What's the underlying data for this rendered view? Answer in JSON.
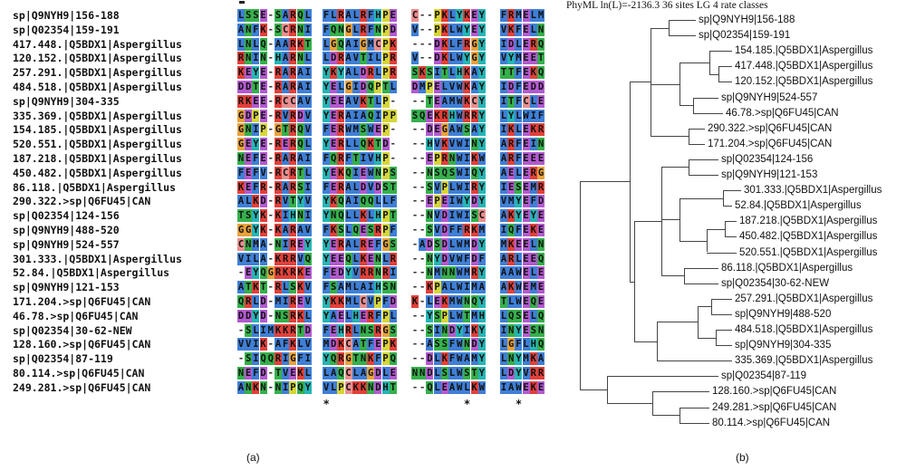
{
  "panel_a": {
    "caption": "(a)",
    "rows": [
      {
        "label": "sp|Q9NYH9|156-188",
        "seq": "LSSE-SARQL FLRALRFHPE C--PKLYKEY FRMELM"
      },
      {
        "label": "sp|Q02354|159-191",
        "seq": "ANFK-SCRNI FQNGLRFNPD V--PKLWYEY VKFELN"
      },
      {
        "label": "417.448.|Q5BDX1|Aspergillus",
        "seq": "LNLQ-AARKT LGQAIGMCPK ---DKLFRGY IDLERQ"
      },
      {
        "label": "120.152.|Q5BDX1|Aspergillus",
        "seq": "RNIN-HARNL LDRAVTILPR V--DKLWYGY VYMEET"
      },
      {
        "label": "257.291.|Q5BDX1|Aspergillus",
        "seq": "KEYE-RARAI YKYALDRLPR SKSITLHKAY TTFEKQ"
      },
      {
        "label": "484.518.|Q5BDX1|Aspergillus",
        "seq": "DDTE-RARAI YELGIDQPTL DMPELVWKAY IDFEDD"
      },
      {
        "label": "sp|Q9NYH9|304-335",
        "seq": "RKEE-RCCAV YEEAVKTLP- --TEAMWKCY ITFCLE"
      },
      {
        "label": "335.369.|Q5BDX1|Aspergillus",
        "seq": "GDPE-RVRDV YERAIAQIPP SQEKRHWRRY LYLWIF"
      },
      {
        "label": "154.185.|Q5BDX1|Aspergillus",
        "seq": "GNIP-GTRQV FERWMSWEP- --DEGAWSAY IKLEKR"
      },
      {
        "label": "520.551.|Q5BDX1|Aspergillus",
        "seq": "GEYE-RERQL YERLLQKTD- --HVKVWINY ARFEIN"
      },
      {
        "label": "187.218.|Q5BDX1|Aspergillus",
        "seq": "NEFE-RARAI FQRFTIVHP- --EPRNWIKW ARFEEE"
      },
      {
        "label": "450.482.|Q5BDX1|Aspergillus",
        "seq": "FEFV-RCRTL YEKQIEWNPS --NSQSWIQY AELERG"
      },
      {
        "label": "86.118.|Q5BDX1|Aspergillus",
        "seq": "KEFR-RARSI FERALDVDST --SVPLWIRY IESEMR"
      },
      {
        "label": "290.322.>sp|Q6FU45|CAN",
        "seq": "ALKD-RVTYV YKQAIQQLLF --EPEIWYDY VMYEFD"
      },
      {
        "label": "sp|Q02354|124-156",
        "seq": "TSYK-KIHNI YNQLLKLHPT --NVDIWISC AKYEYE"
      },
      {
        "label": "sp|Q9NYH9|488-520",
        "seq": "GGYK-KARAV FKSLQESRPF --SVDFFRKM IQFEKE"
      },
      {
        "label": "sp|Q9NYH9|524-557",
        "seq": "CNMA-NIREY YERALREFGS -ADSDLWMDY MKEELN"
      },
      {
        "label": "301.333.|Q5BDX1|Aspergillus",
        "seq": "VILA-KRRVQ YEEQLKENLR --NYDVWFDF ARLEEQ"
      },
      {
        "label": "52.84.|Q5BDX1|Aspergillus",
        "seq": "-EYQGRKRKE FEDYVRRNRI --NMNNWMRY AAWELE"
      },
      {
        "label": "sp|Q9NYH9|121-153",
        "seq": "ATKT-RLSKV FSAMLAIHSN --KPALWIMA AKWEME"
      },
      {
        "label": "171.204.>sp|Q6FU45|CAN",
        "seq": "QRLD-MIREV YKKMLCVPFD K-LEKMWNQY TLWEQE"
      },
      {
        "label": "46.78.>sp|Q6FU45|CAN",
        "seq": "DDYD-NSRKL YAELHERFPL --YSPLWTMH LQSELQ"
      },
      {
        "label": "sp|Q02354|30-62-NEW",
        "seq": "-SLIMKKRTD FEHRLNSRGS --SINDYIKY INYESN"
      },
      {
        "label": "128.160.>sp|Q6FU45|CAN",
        "seq": "VVIK-AFKLV MDKCATFEPK --ASSFWNDY LGFLHQ"
      },
      {
        "label": "sp|Q02354|87-119",
        "seq": "-SIQQRIGFI YQRGTNKFPQ --DLKFWAMY LNYMKA"
      },
      {
        "label": "80.114.>sp|Q6FU45|CAN",
        "seq": "NEFD-TVEKL LAQCLAGDLE NNDLSLWSTY LDYVRR"
      },
      {
        "label": "249.281.>sp|Q6FU45|CAN",
        "seq": "ANKN-NIPQY VLPCKKNDHT --QLEAWLKW IAWEKE"
      }
    ],
    "conservation_marks": [
      "*",
      "*",
      "*"
    ]
  },
  "panel_b": {
    "caption": "(b)",
    "title": "PhyML ln(L)=-2136.3 36 sites LG 4 rate classes",
    "leaves": [
      "sp|Q9NYH9|156-188",
      "sp|Q02354|159-191",
      "154.185.|Q5BDX1|Aspergillus",
      "417.448.|Q5BDX1|Aspergillus",
      "120.152.|Q5BDX1|Aspergillus",
      "sp|Q9NYH9|524-557",
      "46.78.>sp|Q6FU45|CAN",
      "290.322.>sp|Q6FU45|CAN",
      "171.204.>sp|Q6FU45|CAN",
      "sp|Q02354|124-156",
      "sp|Q9NYH9|121-153",
      "301.333.|Q5BDX1|Aspergillus",
      "52.84.|Q5BDX1|Aspergillus",
      "187.218.|Q5BDX1|Aspergillus",
      "450.482.|Q5BDX1|Aspergillus",
      "520.551.|Q5BDX1|Aspergillus",
      "86.118.|Q5BDX1|Aspergillus",
      "sp|Q02354|30-62-NEW",
      "257.291.|Q5BDX1|Aspergillus",
      "sp|Q9NYH9|488-520",
      "484.518.|Q5BDX1|Aspergillus",
      "sp|Q9NYH9|304-335",
      "335.369.|Q5BDX1|Aspergillus",
      "sp|Q02354|87-119",
      "128.160.>sp|Q6FU45|CAN",
      "249.281.>sp|Q6FU45|CAN",
      "80.114.>sp|Q6FU45|CAN"
    ]
  },
  "colors": {
    "hydrophobic": "#3f7fd6",
    "positive": "#e2403a",
    "negative": "#b25ad0",
    "polar": "#35b04c",
    "cysteine": "#e98f8f",
    "glycine": "#e8a23c",
    "proline": "#d6d63a",
    "aromatic": "#26b5b5"
  }
}
